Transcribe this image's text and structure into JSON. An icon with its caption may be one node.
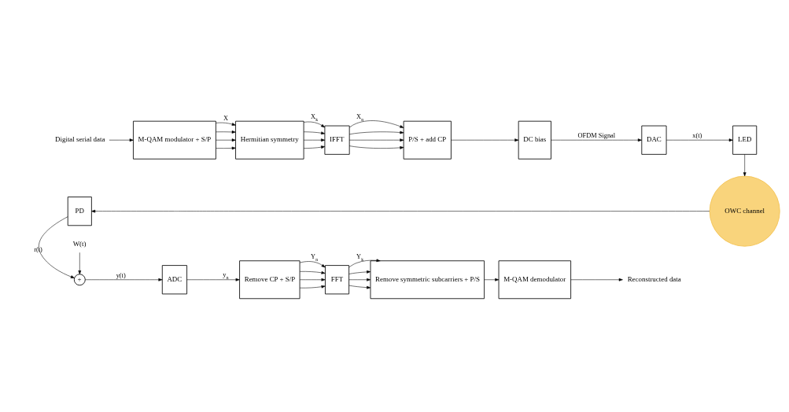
{
  "diagram": {
    "nodes": [
      {
        "text": [
          "Digital serial data"
        ]
      },
      {
        "text": [
          "M-QAM modulator + S/P"
        ]
      },
      {
        "text": [
          "Hermitian symmetry"
        ]
      },
      {
        "text": [
          "IFFT"
        ]
      },
      {
        "text": [
          "P/S + add CP"
        ]
      },
      {
        "text": [
          "DC bias"
        ]
      },
      {
        "text": [
          "DAC"
        ]
      },
      {
        "text": [
          "LED"
        ]
      },
      {
        "text": [
          "OWC channel"
        ]
      },
      {
        "text": [
          "PD"
        ]
      },
      {
        "text": [
          "+"
        ]
      },
      {
        "text": [
          "ADC"
        ]
      },
      {
        "text": [
          "Remove CP + S/P"
        ]
      },
      {
        "text": [
          "FFT"
        ]
      },
      {
        "text": [
          "Remove symmetric subcarriers + P/S"
        ]
      },
      {
        "text": [
          "M-QAM demodulator"
        ]
      },
      {
        "text": [
          "Reconstructed data"
        ]
      },
      {
        "text": [
          "W(t)"
        ]
      }
    ],
    "edges": [
      {
        "from": 0,
        "to": 1,
        "arrow": "to"
      },
      {
        "from": 1,
        "to": 2,
        "arrow": "to",
        "label": "X"
      },
      {
        "from": 1,
        "to": 2,
        "arrow": "to"
      },
      {
        "from": 1,
        "to": 2,
        "arrow": "to"
      },
      {
        "from": 1,
        "to": 2,
        "arrow": "to"
      },
      {
        "from": 2,
        "to": 3,
        "arrow": "to",
        "label": "X$_{k}$"
      },
      {
        "from": 2,
        "to": 3,
        "arrow": "to"
      },
      {
        "from": 2,
        "to": 3,
        "arrow": "to"
      },
      {
        "from": 2,
        "to": 3,
        "arrow": "to"
      },
      {
        "from": 3,
        "to": 4,
        "arrow": "to",
        "label": "X$_{n}$"
      },
      {
        "from": 3,
        "to": 4,
        "arrow": "to"
      },
      {
        "from": 3,
        "to": 4,
        "arrow": "to"
      },
      {
        "from": 3,
        "to": 4,
        "arrow": "to"
      },
      {
        "from": 4,
        "to": 5,
        "arrow": "to"
      },
      {
        "from": 5,
        "to": 6,
        "arrow": "to",
        "label": "OFDM Signal"
      },
      {
        "from": 6,
        "to": 7,
        "arrow": "to",
        "label": "x(t)"
      },
      {
        "from": 7,
        "to": 8,
        "arrow": "to"
      },
      {
        "from": 8,
        "to": 9,
        "arrow": "to"
      },
      {
        "from": 9,
        "to": 10,
        "arrow": "to",
        "label": "r(t)"
      },
      {
        "from": 17,
        "to": 10,
        "arrow": "to"
      },
      {
        "from": 10,
        "to": 11,
        "arrow": "to",
        "label": "y(t)"
      },
      {
        "from": 11,
        "to": 12,
        "arrow": "to",
        "label": "y$_{n}$"
      },
      {
        "from": 12,
        "to": 13,
        "arrow": "to",
        "label": "Y$_{n}$"
      },
      {
        "from": 12,
        "to": 13,
        "arrow": "to"
      },
      {
        "from": 12,
        "to": 13,
        "arrow": "to"
      },
      {
        "from": 12,
        "to": 13,
        "arrow": "to"
      },
      {
        "from": 13,
        "to": 14,
        "arrow": "to",
        "label": "Y$_{k}$"
      },
      {
        "from": 13,
        "to": 14,
        "arrow": "to"
      },
      {
        "from": 13,
        "to": 14,
        "arrow": "to"
      },
      {
        "from": 13,
        "to": 14,
        "arrow": "to"
      },
      {
        "from": 14,
        "to": 15,
        "arrow": "to"
      },
      {
        "from": 15,
        "to": 16,
        "arrow": "to"
      }
    ]
  }
}
